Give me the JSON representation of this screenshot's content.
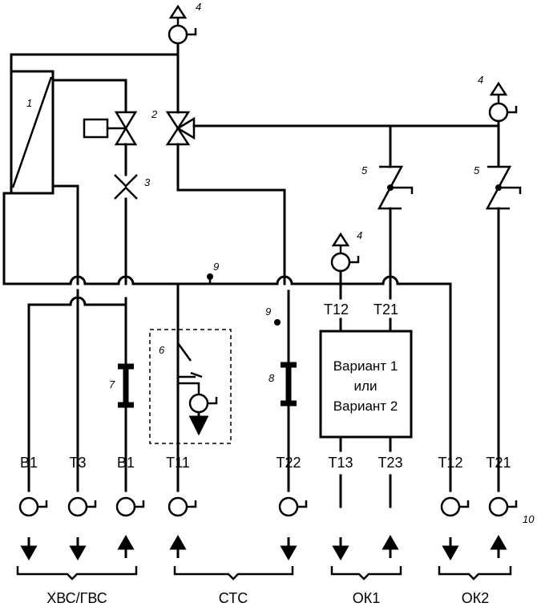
{
  "numbers": {
    "n1": "1",
    "n2": "2",
    "n3": "3",
    "n4a": "4",
    "n4b": "4",
    "n4c": "4",
    "n5a": "5",
    "n5b": "5",
    "n6": "6",
    "n7": "7",
    "n8": "8",
    "n9a": "9",
    "n9b": "9",
    "n10": "10"
  },
  "pipes_top": {
    "t12": "T12",
    "t21": "T21"
  },
  "pipes": {
    "b1a": "B1",
    "t3": "T3",
    "b1b": "B1",
    "t11": "T11",
    "t22": "T22",
    "t13": "T13",
    "t23": "T23",
    "t12": "T12",
    "t21": "T21"
  },
  "variant_box": {
    "line1": "Вариант 1",
    "line2": "или",
    "line3": "Вариант 2"
  },
  "groups": {
    "hvs": "ХВС/ГВС",
    "sts": "СТС",
    "ok1": "ОК1",
    "ok2": "ОК2"
  },
  "flow_directions": {
    "b1a": "down",
    "t3": "down",
    "b1b": "up",
    "t11": "up",
    "t22": "down",
    "t13": "down",
    "t23": "up",
    "t12": "down",
    "t21": "up"
  }
}
